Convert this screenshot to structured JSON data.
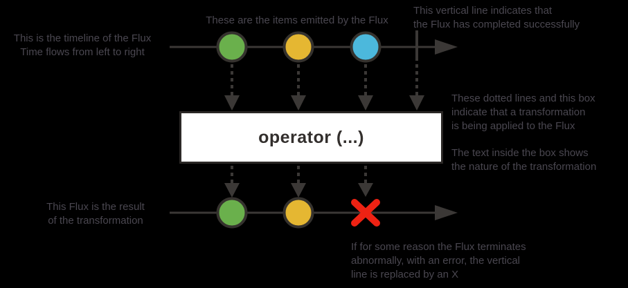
{
  "colors": {
    "background": "#000000",
    "marble_green": "#6ab04c",
    "marble_yellow": "#e5b732",
    "marble_blue": "#4cb8dc",
    "error_red": "#ee2213",
    "line_gray": "#3b3836",
    "marble_outline": "#35322e",
    "note_text": "#4a4750",
    "operator_box_bg": "#ffffff",
    "operator_box_border": "#2b2826"
  },
  "notes": {
    "timeline": "This is the timeline of the Flux\nTime flows from left to right",
    "items": "These are the items emitted by the Flux",
    "completion": "This vertical line indicates that\nthe Flux has completed successfully",
    "transformation": "These dotted lines and this box\nindicate that a transformation\nis being applied to the Flux",
    "box_text": "The text inside the box shows\nthe nature of the transformation",
    "result": "This Flux is the result\nof the transformation",
    "error": "If for some reason the Flux terminates\nabnormally, with an error, the vertical\nline is replaced by an X"
  },
  "operator_box": {
    "label": "operator (...)"
  },
  "source_flux": {
    "marbles": [
      "green",
      "yellow",
      "blue"
    ],
    "terminal": "complete"
  },
  "result_flux": {
    "marbles": [
      "green",
      "yellow"
    ],
    "terminal": "error"
  }
}
